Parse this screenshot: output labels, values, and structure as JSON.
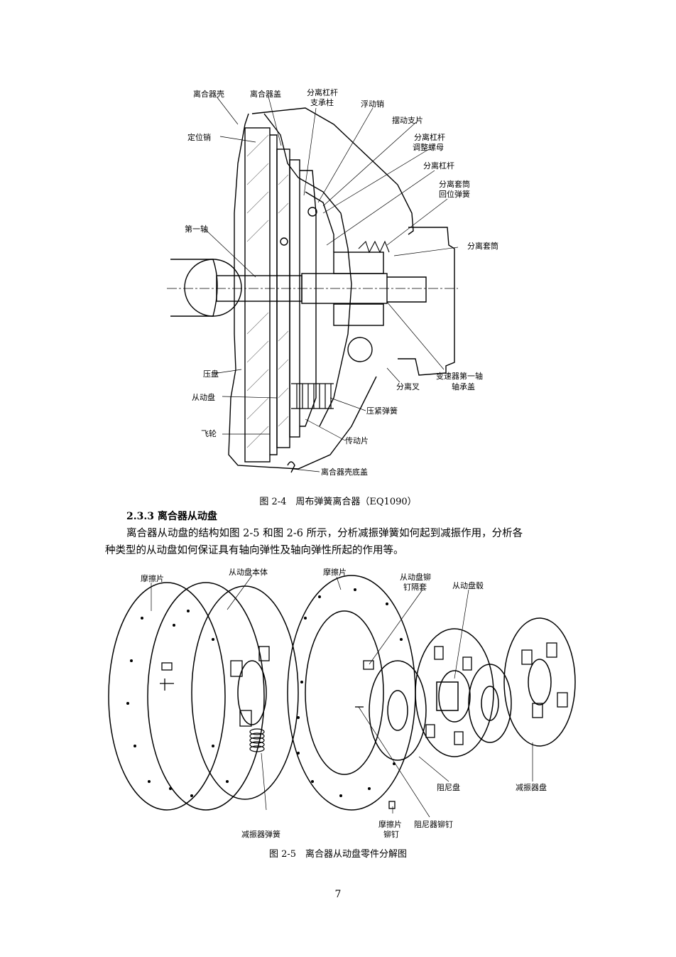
{
  "figure1": {
    "caption": "图 2-4　周布弹簧离合器（EQ1090）",
    "labels": {
      "housing": "离合器壳",
      "cover": "离合器盖",
      "lever_support_1": "分离杠杆",
      "lever_support_2": "支承柱",
      "float_pin": "浮动销",
      "swing_support": "摆动支片",
      "adjust_nut_1": "分离杠杆",
      "adjust_nut_2": "调整螺母",
      "locating_pin": "定位销",
      "release_lever": "分离杠杆",
      "return_spring_1": "分离套筒",
      "return_spring_2": "回位弹簧",
      "first_shaft": "第一轴",
      "release_sleeve": "分离套筒",
      "pressure_plate": "压盘",
      "release_fork": "分离叉",
      "bearing_1": "变速器第一轴",
      "bearing_2": "轴承盖",
      "driven_disc": "从动盘",
      "pressure_spring": "压紧弹簧",
      "flywheel": "飞轮",
      "drive_strap": "传动片",
      "bottom_cover": "离合器壳底盖"
    }
  },
  "section": {
    "heading": "2.3.3  离合器从动盘",
    "para_line1": "离合器从动盘的结构如图 2-5 和图 2-6 所示，分析减振弹簧如何起到减振作用，分析各",
    "para_line2": "种类型的从动盘如何保证具有轴向弹性及轴向弹性所起的作用等。"
  },
  "figure2": {
    "caption": "图 2-5　离合器从动盘零件分解图",
    "labels": {
      "friction_left": "摩擦片",
      "disc_body": "从动盘本体",
      "friction_mid": "摩擦片",
      "spacer_1": "从动盘铆",
      "spacer_2": "钉隔套",
      "hub": "从动盘毂",
      "damper_plate_small": "阻尼盘",
      "damper_disc": "减振器盘",
      "damper_spring": "减振器弹簧",
      "friction_rivet_1": "摩擦片",
      "friction_rivet_2": "铆钉",
      "damper_rivet": "阻尼器铆钉"
    }
  },
  "page_number": "7"
}
